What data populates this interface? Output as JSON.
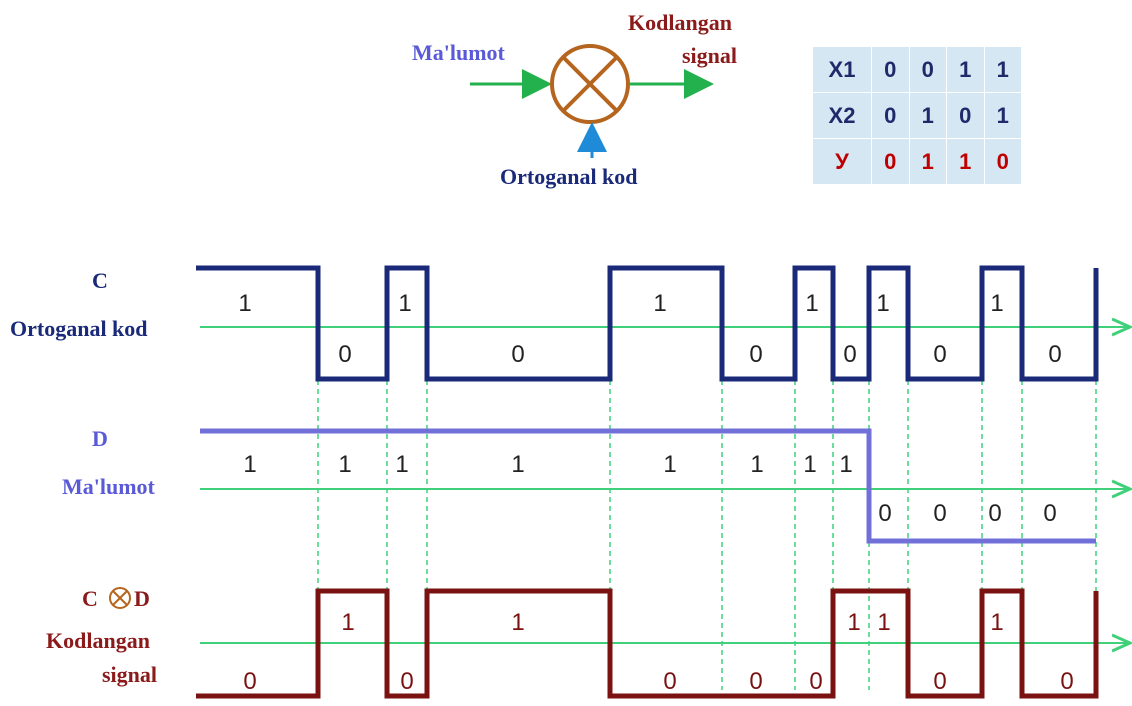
{
  "mixer": {
    "input_label": "Ma'lumot",
    "output_label_line1": "Kodlangan",
    "output_label_line2": "signal",
    "code_label": "Ortoganal kod"
  },
  "truth_table": {
    "rows": [
      {
        "label": "X1",
        "values": [
          "0",
          "0",
          "1",
          "1"
        ],
        "color": "#1f2a6b"
      },
      {
        "label": "X2",
        "values": [
          "0",
          "1",
          "0",
          "1"
        ],
        "color": "#1f2a6b"
      },
      {
        "label": "У",
        "values": [
          "0",
          "1",
          "1",
          "0"
        ],
        "color": "#c00000"
      }
    ]
  },
  "signals": {
    "c": {
      "title": "C",
      "subtitle": "Ortoganal kod",
      "color": "#1a2a78",
      "digits": [
        "1",
        "0",
        "1",
        "0",
        "1",
        "0",
        "1",
        "0",
        "1",
        "0",
        "1",
        "0"
      ]
    },
    "d": {
      "title": "D",
      "subtitle": "Ma'lumot",
      "color": "#7070d8",
      "digits": [
        "1",
        "1",
        "1",
        "1",
        "1",
        "1",
        "1",
        "1",
        "0",
        "0",
        "0",
        "0"
      ]
    },
    "cd": {
      "title_left": "C",
      "title_right": "D",
      "subtitle_line1": "Kodlangan",
      "subtitle_line2": "signal",
      "color": "#7a1212",
      "digits": [
        "0",
        "1",
        "0",
        "1",
        "0",
        "0",
        "0",
        "1",
        "1",
        "0",
        "1",
        "0"
      ]
    }
  },
  "colors": {
    "axis": "#3fd07a",
    "guide": "#3fd07a",
    "arrow_green": "#22b14c",
    "arrow_blue": "#1f8ad8",
    "mixer_circle": "#b5651d",
    "label_blue": "#5a5ad8",
    "label_navy": "#1a2a78",
    "label_maroon": "#8b1a1a"
  }
}
